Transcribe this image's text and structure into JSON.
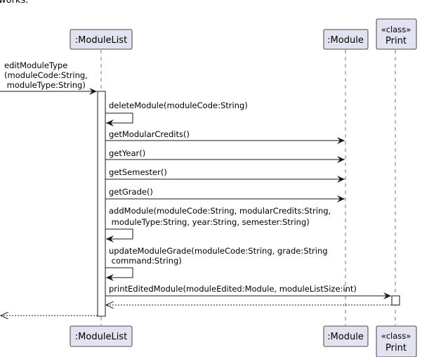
{
  "cropped_top_text": "works.",
  "participants": {
    "modulelist": ":ModuleList",
    "module": ":Module",
    "print_stereotype": "«class»",
    "print_name": "Print"
  },
  "messages": {
    "edit_line1": "editModuleType",
    "edit_line2": "(moduleCode:String,",
    "edit_line3": " moduleType:String)",
    "delete": "deleteModule(moduleCode:String)",
    "credits": "getModularCredits()",
    "year": "getYear()",
    "semester": "getSemester()",
    "grade": "getGrade()",
    "add_line1": "addModule(moduleCode:String, modularCredits:String,",
    "add_line2": " moduleType:String, year:String, semester:String)",
    "update_line1": "updateModuleGrade(moduleCode:String, grade:String",
    "update_line2": " command:String)",
    "print": "printEditedModule(moduleEdited:Module, moduleListSize:int)"
  },
  "colors": {
    "participant_fill": "#e2e2f0",
    "line": "#181818"
  }
}
